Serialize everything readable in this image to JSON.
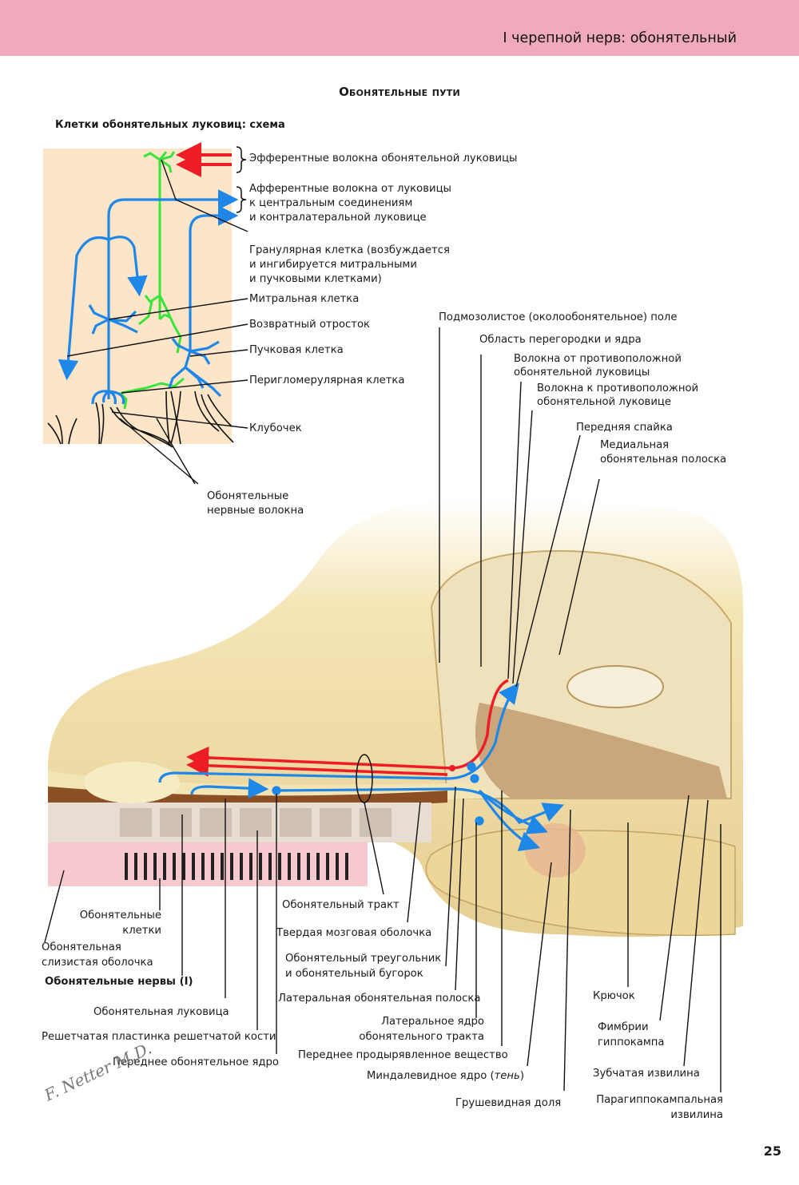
{
  "header": {
    "title": "I черепной нерв: обонятельный",
    "color": "#f1aabd"
  },
  "page_title": "Обонятельные пути",
  "inset": {
    "title": "Клетки обонятельных луковиц: схема",
    "background": "#fde6c8",
    "labels": {
      "efferent": "Эфферентные волокна обонятельной луковицы",
      "afferent_1": "Афферентные волокна от луковицы",
      "afferent_2": "к центральным соединениям",
      "afferent_3": "и контралатеральной луковице",
      "granular_1": "Гранулярная клетка (возбуждается",
      "granular_2": "и ингибируется митральными",
      "granular_3": "и пучковыми клетками)",
      "mitral": "Митральная клетка",
      "recurrent": "Возвратный отросток",
      "tufted": "Пучковая клетка",
      "periglomerular": "Перигломерулярная клетка",
      "glomerulus": "Клубочек",
      "nerve_fibers_1": "Обонятельные",
      "nerve_fibers_2": "нервные волокна"
    },
    "colors": {
      "efferent": "#ee1c25",
      "afferent": "#1f87e8",
      "granular": "#39e33a"
    }
  },
  "main": {
    "labels_top": {
      "subcallosal": "Подмозолистое (околообонятельное) поле",
      "septal": "Область перегородки и ядра",
      "from_contra_1": "Волокна от противоположной",
      "from_contra_2": "обонятельной луковицы",
      "to_contra_1": "Волокна к противоположной",
      "to_contra_2": "обонятельной луковице",
      "anterior_commissure": "Передняя спайка",
      "medial_stria_1": "Медиальная",
      "medial_stria_2": "обонятельная полоска"
    },
    "labels_bottom": {
      "olfactory_cells_1": "Обонятельные",
      "olfactory_cells_2": "клетки",
      "mucosa_1": "Обонятельная",
      "mucosa_2": "слизистая оболочка",
      "olfactory_nerves": "Обонятельные нервы (I)",
      "olfactory_bulb": "Обонятельная луковица",
      "cribriform": "Решетчатая пластинка решетчатой кости",
      "anterior_nucleus": "Переднее обонятельное ядро",
      "olfactory_tract": "Обонятельный тракт",
      "dura": "Твердая мозговая оболочка",
      "trigone_1": "Обонятельный треугольник",
      "trigone_2": "и обонятельный бугорок",
      "lateral_stria": "Латеральная обонятельная полоска",
      "lateral_nucleus_1": "Латеральное ядро",
      "lateral_nucleus_2": "обонятельного тракта",
      "perforated": "Переднее продырявленное вещество",
      "amygdala": "Миндалевидное ядро (",
      "amygdala_note": "тень",
      "amygdala_close": ")",
      "piriform": "Грушевидная доля",
      "uncus": "Крючок",
      "fimbria_1": "Фимбрии",
      "fimbria_2": "гиппокампа",
      "dentate": "Зубчатая извилина",
      "parahippocampal_1": "Парагиппокампальная",
      "parahippocampal_2": "извилина"
    }
  },
  "signature": "F. Netter M.D.",
  "page_number": "25"
}
